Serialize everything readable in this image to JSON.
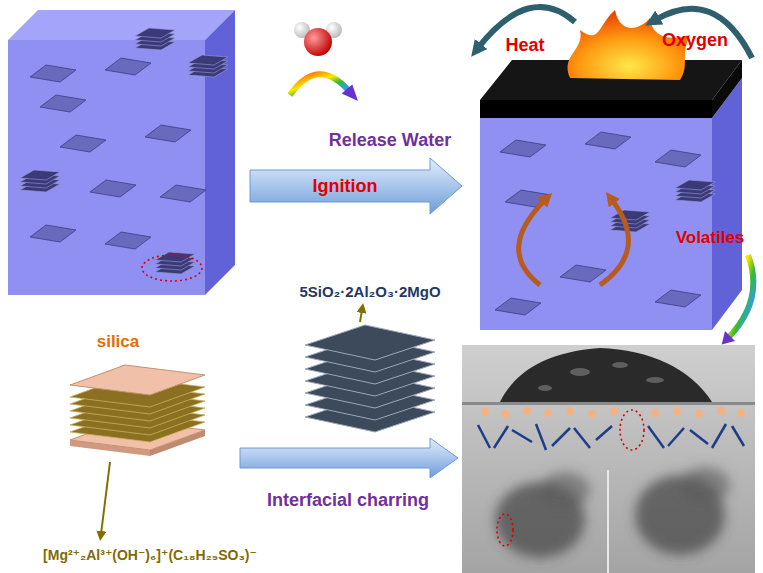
{
  "diagram": {
    "labels": [
      "Heat",
      "Oxygen",
      "Release Water",
      "Ignition",
      "Volatiles",
      "5SiO₂·2Al₂O₃·2MgO",
      "silica",
      "Interfacial charring",
      "[Mg²⁺₂Al³⁺(OH⁻)₆]⁺(C₁₈H₂₉SO₃)⁻"
    ]
  }
}
